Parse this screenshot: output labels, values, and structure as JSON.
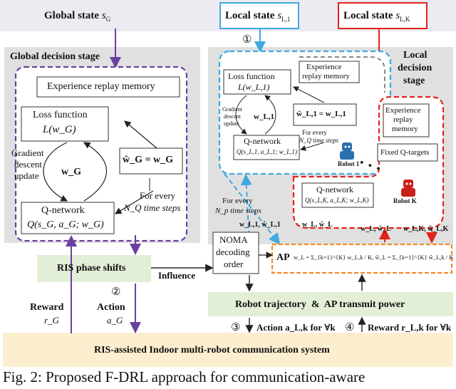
{
  "top": {
    "global_state_label": "Global state",
    "global_state_sym": "s",
    "global_state_sub": "G",
    "local_state_1_label": "Local state",
    "local_state_1_sym": "s",
    "local_state_1_sub": "L,1",
    "local_state_k_label": "Local state",
    "local_state_k_sym": "s",
    "local_state_k_sub": "L,K"
  },
  "global_stage": {
    "title": "Global decision stage",
    "replay_memory": "Experience replay memory",
    "loss_title": "Loss function",
    "loss_formula": "L(w_G)",
    "gradient_label_1": "Gradient",
    "gradient_label_2": "descent",
    "gradient_label_3": "update",
    "w_g": "w_G",
    "target_formula": "ŵ_G = w_G",
    "for_every_1": "For every",
    "for_every_2": "N_Q time steps",
    "qnet_title": "Q-network",
    "qnet_formula": "Q(s_G, a_G; w_G)"
  },
  "local_stage": {
    "title_1": "Local",
    "title_2": "decision",
    "title_3": "stage",
    "robot1": {
      "circle_num": "①",
      "loss_title": "Loss function",
      "loss_formula": "L(w_L,1)",
      "replay_1": "Experience",
      "replay_2": "replay memory",
      "gradient_1": "Gradient",
      "gradient_2": "descent",
      "gradient_3": "update",
      "w_label": "w_L,1",
      "target_formula": "ŵ_L,1 = w_L,1",
      "for_every_1": "For every",
      "for_every_2": "N_Q time steps",
      "qnet_title": "Q-network",
      "qnet_formula": "Q(s_L,1, a_L,1; w_L,1)",
      "robot_label": "Robot 1"
    },
    "robotk": {
      "replay_1": "Experience",
      "replay_2": "replay",
      "replay_3": "memory",
      "fixed_targets": "Fixed Q-targets",
      "qnet_title": "Q-network",
      "qnet_formula": "Q(s_L,K, a_L,K; w_L,K)",
      "robot_label": "Robot K",
      "dots": "• • •"
    }
  },
  "flow": {
    "for_every_1": "For every",
    "for_every_2": "N_p time steps",
    "w1_left": "w_L,1, ŵ_L,1",
    "w_center": "w_L, ŵ_L",
    "w_mid": "w_L, ŵ_L",
    "wk_right": "w_L,K, ŵ_L,K",
    "noma_1": "NOMA",
    "noma_2": "decoding",
    "noma_3": "order",
    "ap_label": "AP",
    "ap_formula": "w_L = Σ_{k=1}^{K} w_L,k / K, ŵ_L = Σ_{k=1}^{K} ŵ_L,k / K",
    "ris_phase": "RIS phase shifts",
    "influence": "Influence",
    "robot_traj": "Robot trajectory  &  AP transmit power",
    "reward_g_label": "Reward",
    "reward_g_sym": "r_G",
    "action_g_num": "②",
    "action_g_label": "Action",
    "action_g_sym": "a_G",
    "action_l_num": "③",
    "action_l_text": "Action a_L,k for ∀k",
    "reward_l_num": "④",
    "reward_l_text": "Reward r_L,k for ∀k",
    "system": "RIS-assisted Indoor multi-robot communication system"
  },
  "caption": "Fig. 2: Proposed F-DRL approach for communication-aware",
  "colors": {
    "purple": "#6a3fa0",
    "blue": "#3fa9e0",
    "red": "#e2231a",
    "orange": "#f28c28",
    "green_fill": "#e3eed6",
    "yellow_fill": "#fcefcf",
    "gray_panel": "#e0e0e0",
    "top_band": "#ecebf2"
  }
}
